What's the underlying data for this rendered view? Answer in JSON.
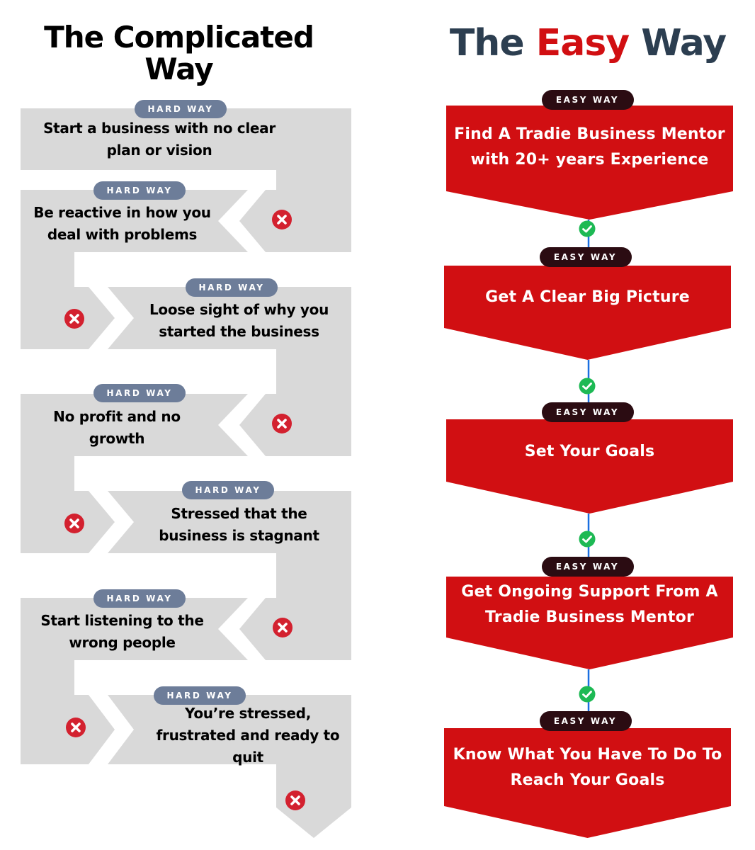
{
  "left": {
    "title": "The Complicated Way",
    "badge_label": "HARD WAY",
    "steps": [
      {
        "text": "Start a business with no clear plan or vision"
      },
      {
        "text": "Be reactive in how you deal with problems"
      },
      {
        "text": "Loose sight of why you started the business"
      },
      {
        "text": "No profit and no growth"
      },
      {
        "text": "Stressed that the business is stagnant"
      },
      {
        "text": "Start listening to the wrong people"
      },
      {
        "text": "You’re stressed, frustrated and ready to quit"
      }
    ],
    "step_icon": "x-circle-icon"
  },
  "right": {
    "title_prefix": "The ",
    "title_accent": "Easy",
    "title_suffix": " Way",
    "badge_label": "EASY WAY",
    "steps": [
      {
        "text": "Find A Tradie Business Mentor with 20+ years Experience"
      },
      {
        "text": "Get A Clear Big Picture"
      },
      {
        "text": "Set Your Goals"
      },
      {
        "text": "Get Ongoing Support From A Tradie Business Mentor"
      },
      {
        "text": "Know What You Have To Do To Reach Your Goals"
      }
    ],
    "connector_icon": "check-circle-icon"
  },
  "colors": {
    "hard_box": "#d9d9d9",
    "hard_badge": "#6d7d99",
    "easy_box": "#d10f12",
    "easy_badge": "#2b0c12",
    "x_icon": "#d3212f",
    "check_icon": "#1db954",
    "connector_line": "#1a6fe0",
    "title_dark": "#2c3e50",
    "title_accent": "#d10f12"
  }
}
